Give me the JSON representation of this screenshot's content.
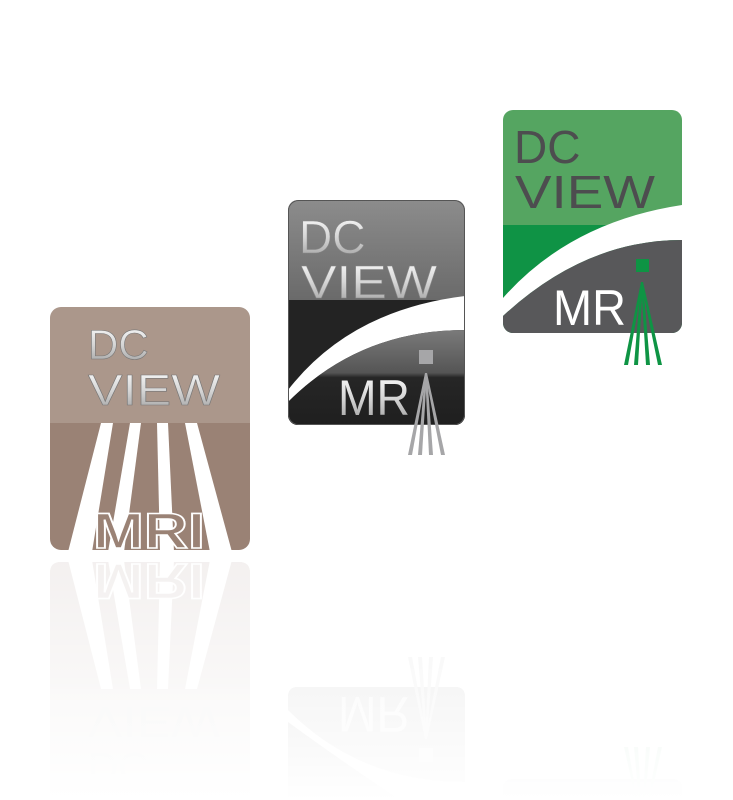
{
  "logos": [
    {
      "name": "brown",
      "line1": "DC",
      "line2": "VIEW",
      "line3": "MRI",
      "colors": {
        "top": "#ab978b",
        "bottom": "#9a8275",
        "accent": "#ffffff"
      }
    },
    {
      "name": "dark",
      "line1": "DC",
      "line2": "VIEW",
      "line3": "MR",
      "colors": {
        "top": "#7c7c7c",
        "bottom": "#232323",
        "accent": "#a6a6a8"
      }
    },
    {
      "name": "green",
      "line1": "DC",
      "line2": "VIEW",
      "line3": "MR",
      "colors": {
        "top": "#55a561",
        "bottom": "#0f9345",
        "panel": "#58585a",
        "accent": "#0e9444"
      }
    }
  ]
}
